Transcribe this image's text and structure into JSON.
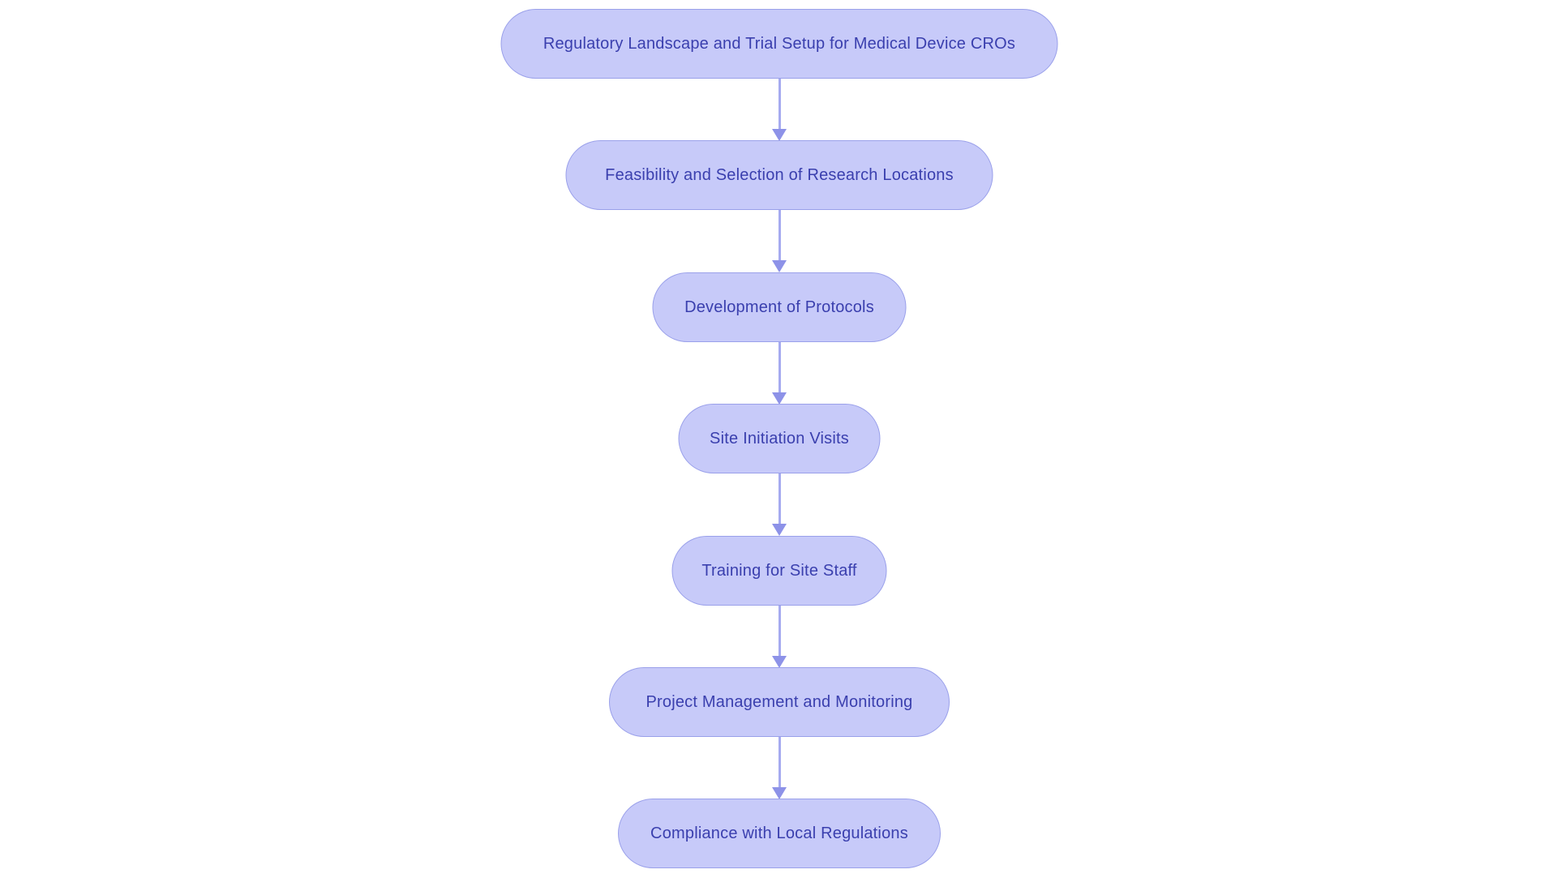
{
  "flowchart": {
    "type": "vertical-flowchart",
    "direction": "top-down",
    "colors": {
      "page_bg": "#ffffff",
      "node_fill": "#c7caf9",
      "node_border": "#9aa0ea",
      "node_text": "#3a3fae",
      "arrow_line": "#a6abf0",
      "arrow_head": "#8d92e8"
    },
    "nodes": [
      {
        "id": "step-1",
        "label": "Regulatory Landscape and Trial Setup for Medical Device CROs"
      },
      {
        "id": "step-2",
        "label": "Feasibility and Selection of Research Locations"
      },
      {
        "id": "step-3",
        "label": "Development of Protocols"
      },
      {
        "id": "step-4",
        "label": "Site Initiation Visits"
      },
      {
        "id": "step-5",
        "label": "Training for Site Staff"
      },
      {
        "id": "step-6",
        "label": "Project Management and Monitoring"
      },
      {
        "id": "step-7",
        "label": "Compliance with Local Regulations"
      }
    ],
    "edges": [
      {
        "from": "step-1",
        "to": "step-2"
      },
      {
        "from": "step-2",
        "to": "step-3"
      },
      {
        "from": "step-3",
        "to": "step-4"
      },
      {
        "from": "step-4",
        "to": "step-5"
      },
      {
        "from": "step-5",
        "to": "step-6"
      },
      {
        "from": "step-6",
        "to": "step-7"
      }
    ]
  }
}
